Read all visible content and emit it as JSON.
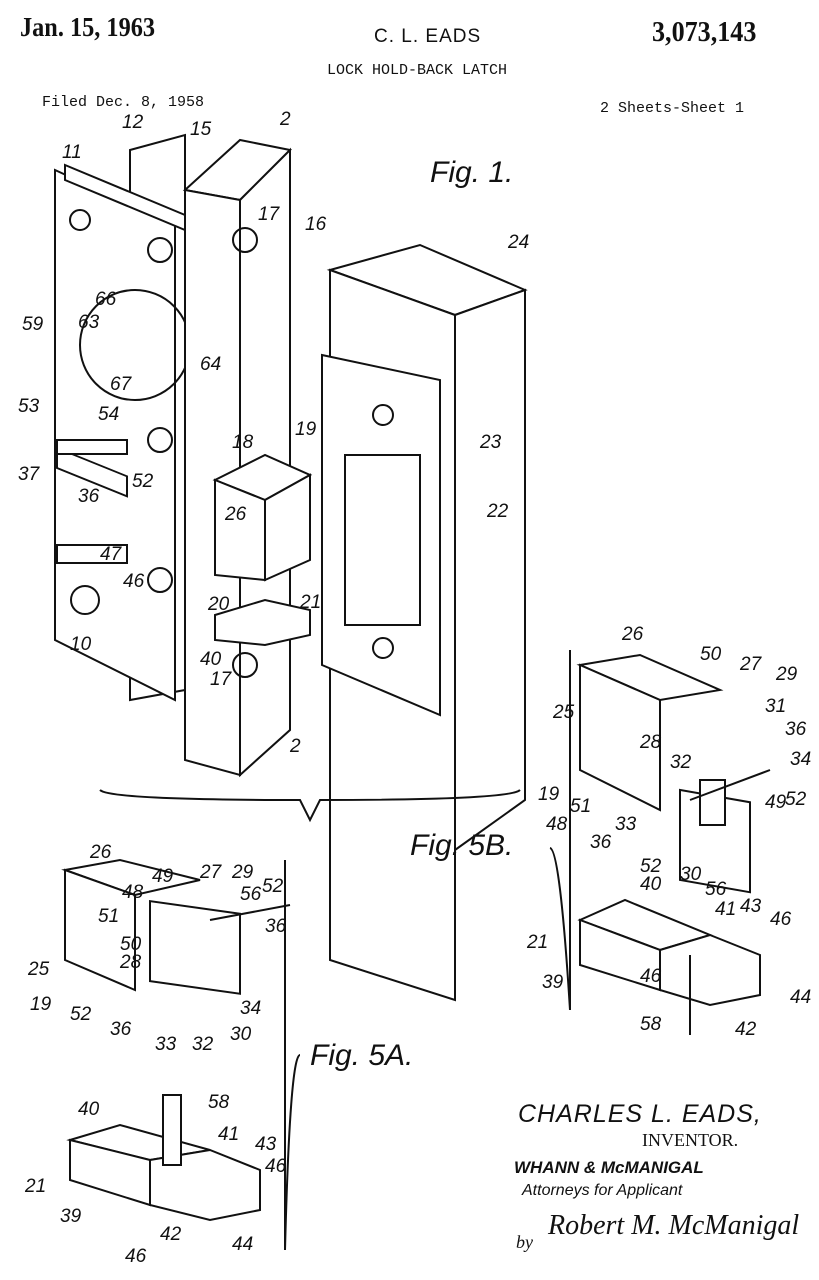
{
  "header": {
    "date": "Jan. 15, 1963",
    "inventor_short": "C. L. EADS",
    "patent_number": "3,073,143",
    "title": "LOCK HOLD-BACK LATCH",
    "filed": "Filed Dec. 8, 1958",
    "sheets": "2 Sheets-Sheet 1"
  },
  "figures": {
    "fig1": {
      "caption": "Fig. 1.",
      "labels": [
        "12",
        "15",
        "2",
        "11",
        "17",
        "16",
        "66",
        "63",
        "59",
        "64",
        "67",
        "53",
        "54",
        "52",
        "37",
        "36",
        "19",
        "18",
        "26",
        "24",
        "23",
        "22",
        "47",
        "46",
        "10",
        "20",
        "21",
        "40",
        "17",
        "2"
      ]
    },
    "fig5b": {
      "caption": "Fig. 5B.",
      "labels": [
        "26",
        "50",
        "27",
        "29",
        "31",
        "36",
        "25",
        "28",
        "32",
        "34",
        "19",
        "51",
        "48",
        "36",
        "33",
        "52",
        "30",
        "56",
        "49",
        "52",
        "40",
        "41",
        "43",
        "46",
        "21",
        "39",
        "46",
        "58",
        "42",
        "44"
      ]
    },
    "fig5a": {
      "caption": "Fig. 5A.",
      "labels": [
        "26",
        "49",
        "27",
        "29",
        "56",
        "52",
        "48",
        "51",
        "50",
        "28",
        "36",
        "25",
        "19",
        "52",
        "36",
        "33",
        "32",
        "30",
        "34",
        "40",
        "58",
        "41",
        "43",
        "46",
        "21",
        "39",
        "42",
        "44",
        "46"
      ]
    }
  },
  "footer": {
    "inventor_name": "CHARLES L. EADS,",
    "inventor_label": "INVENTOR.",
    "firm": "WHANN & McMANIGAL",
    "attorneys": "Attorneys for Applicant",
    "by": "by",
    "signature": "Robert M. McManigal"
  }
}
